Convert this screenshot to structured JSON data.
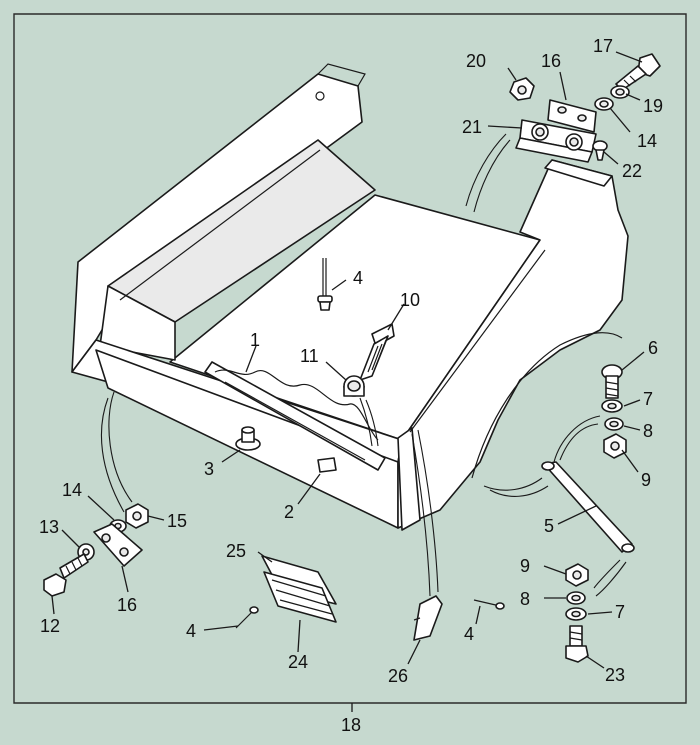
{
  "diagram": {
    "callouts": [
      "1",
      "2",
      "3",
      "4",
      "5",
      "6",
      "7",
      "8",
      "9",
      "10",
      "11",
      "12",
      "13",
      "14",
      "15",
      "16",
      "17",
      "18",
      "19",
      "20",
      "21",
      "22",
      "23",
      "24",
      "25",
      "26"
    ],
    "labels": {
      "l20": "20",
      "l16a": "16",
      "l17": "17",
      "l19": "19",
      "l21": "21",
      "l14a": "14",
      "l22": "22",
      "l4a": "4",
      "l10": "10",
      "l11": "11",
      "l1": "1",
      "l3": "3",
      "l2": "2",
      "l6": "6",
      "l7a": "7",
      "l8a": "8",
      "l9a": "9",
      "l5": "5",
      "l14b": "14",
      "l15": "15",
      "l13": "13",
      "l16b": "16",
      "l12": "12",
      "l25": "25",
      "l24": "24",
      "l4b": "4",
      "l26": "26",
      "l4c": "4",
      "l9b": "9",
      "l8b": "8",
      "l7b": "7",
      "l23": "23",
      "l18": "18"
    },
    "colors": {
      "background": "#c6d9cf",
      "line": "#1a1a1a",
      "part_fill": "#ffffff"
    }
  }
}
